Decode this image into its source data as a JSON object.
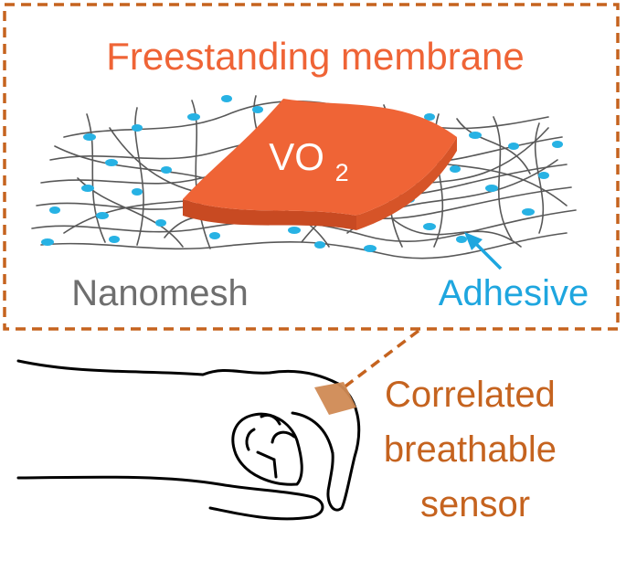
{
  "colors": {
    "membrane": "#ef6436",
    "membrane_dark": "#c84a22",
    "membrane_top": "#f58357",
    "frame": "#c5631f",
    "fiber": "#585858",
    "adhesive": "#27b2e4",
    "adhesive_label": "#1ea6df",
    "nanomesh_label": "#6e6e6e",
    "sensor_label": "#c5631f",
    "sensor_patch": "#d08a54",
    "hand_outline": "#000000"
  },
  "labels": {
    "membrane_title": "Freestanding membrane",
    "vo2_main": "VO",
    "vo2_subscript": "2",
    "nanomesh": "Nanomesh",
    "adhesive": "Adhesive",
    "sensor_line1": "Correlated",
    "sensor_line2": "breathable",
    "sensor_line3": "sensor"
  },
  "icons": {
    "hand": "hand-outline-icon",
    "adhesive_arrow": "arrow-icon"
  }
}
